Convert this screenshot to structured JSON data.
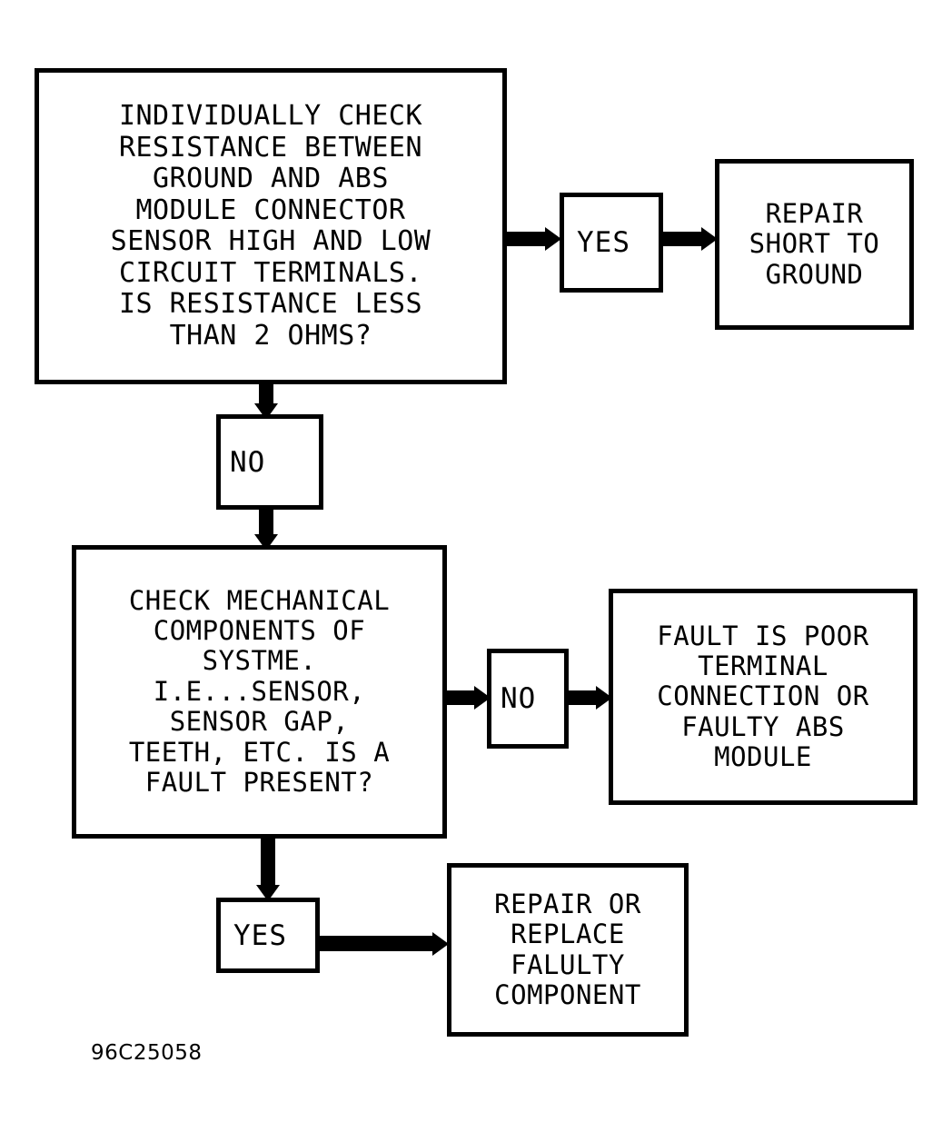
{
  "figure": {
    "caption": "96C25058",
    "colors": {
      "ink": "#000000",
      "paper": "#ffffff"
    }
  },
  "nodes": {
    "check_resistance": {
      "text": "INDIVIDUALLY CHECK\nRESISTANCE BETWEEN\nGROUND AND ABS\nMODULE CONNECTOR\nSENSOR HIGH AND LOW\nCIRCUIT TERMINALS.\nIS RESISTANCE LESS\nTHAN 2 OHMS?"
    },
    "yes_top": {
      "text": "YES"
    },
    "repair_short": {
      "text": "REPAIR\nSHORT TO\nGROUND"
    },
    "no_mid": {
      "text": "NO"
    },
    "check_mechanical": {
      "text": "CHECK MECHANICAL\nCOMPONENTS OF\nSYSTME.\nI.E...SENSOR,\nSENSOR GAP,\nTEETH, ETC. IS A\nFAULT PRESENT?"
    },
    "no_right": {
      "text": "NO"
    },
    "fault_poor_terminal": {
      "text": "FAULT IS POOR\nTERMINAL\nCONNECTION OR\nFAULTY ABS\nMODULE"
    },
    "yes_bottom": {
      "text": "YES"
    },
    "repair_replace": {
      "text": "REPAIR OR\nREPLACE\nFALULTY\nCOMPONENT"
    }
  },
  "edges": [
    {
      "from": "check_resistance",
      "to": "yes_top",
      "direction": "right"
    },
    {
      "from": "yes_top",
      "to": "repair_short",
      "direction": "right"
    },
    {
      "from": "check_resistance",
      "to": "no_mid",
      "direction": "down"
    },
    {
      "from": "no_mid",
      "to": "check_mechanical",
      "direction": "down"
    },
    {
      "from": "check_mechanical",
      "to": "no_right",
      "direction": "right"
    },
    {
      "from": "no_right",
      "to": "fault_poor_terminal",
      "direction": "right"
    },
    {
      "from": "check_mechanical",
      "to": "yes_bottom",
      "direction": "down"
    },
    {
      "from": "yes_bottom",
      "to": "repair_replace",
      "direction": "right"
    }
  ]
}
